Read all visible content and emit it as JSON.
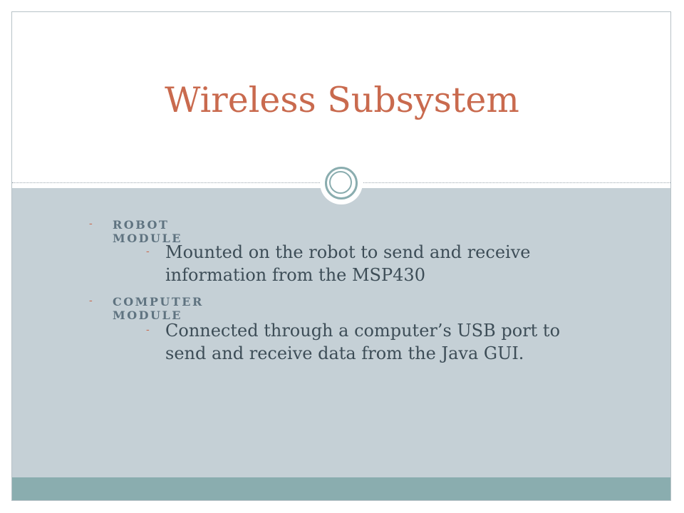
{
  "slide": {
    "title": "Wireless Subsystem",
    "bullets": [
      {
        "heading": "ROBOT MODULE",
        "detail": "Mounted on the robot to send and receive information from the MSP430"
      },
      {
        "heading": "COMPUTER MODULE",
        "detail": "Connected through a computer’s USB port to send and receive data from the Java GUI."
      }
    ],
    "bullet_marker": "-"
  },
  "colors": {
    "title": "#c96a4e",
    "content_bg": "#c5d0d6",
    "footer_bar": "#8aadaf",
    "heading_text": "#5f7380",
    "body_text": "#3d4d57"
  }
}
